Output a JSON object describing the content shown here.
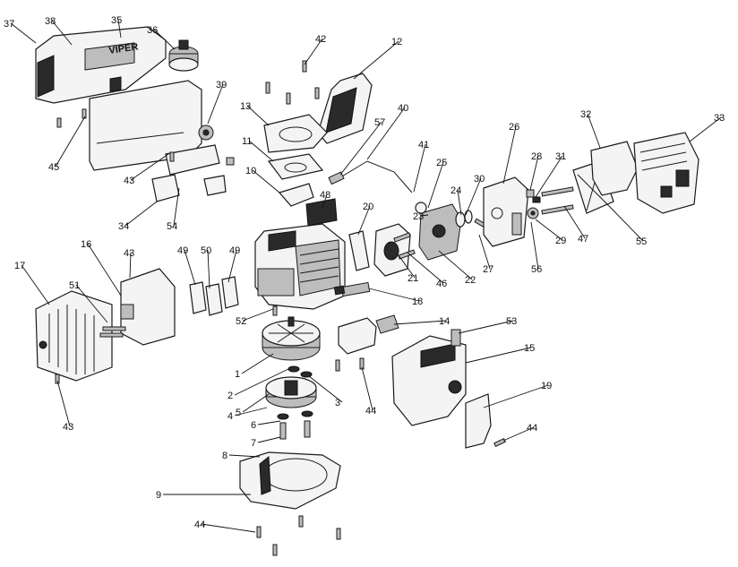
{
  "callouts": [
    {
      "label": "37"
    },
    {
      "label": "38"
    },
    {
      "label": "35"
    },
    {
      "label": "36"
    },
    {
      "label": "42"
    },
    {
      "label": "12"
    },
    {
      "label": "39"
    },
    {
      "label": "13"
    },
    {
      "label": "40"
    },
    {
      "label": "57"
    },
    {
      "label": "45"
    },
    {
      "label": "11"
    },
    {
      "label": "41"
    },
    {
      "label": "26"
    },
    {
      "label": "32"
    },
    {
      "label": "33"
    },
    {
      "label": "10"
    },
    {
      "label": "25"
    },
    {
      "label": "30"
    },
    {
      "label": "28"
    },
    {
      "label": "31"
    },
    {
      "label": "43"
    },
    {
      "label": "24"
    },
    {
      "label": "34"
    },
    {
      "label": "54"
    },
    {
      "label": "48"
    },
    {
      "label": "20"
    },
    {
      "label": "23"
    },
    {
      "label": "47"
    },
    {
      "label": "29"
    },
    {
      "label": "55"
    },
    {
      "label": "16"
    },
    {
      "label": "43"
    },
    {
      "label": "49"
    },
    {
      "label": "50"
    },
    {
      "label": "49"
    },
    {
      "label": "27"
    },
    {
      "label": "56"
    },
    {
      "label": "17"
    },
    {
      "label": "21"
    },
    {
      "label": "46"
    },
    {
      "label": "22"
    },
    {
      "label": "51"
    },
    {
      "label": "18"
    },
    {
      "label": "52"
    },
    {
      "label": "14"
    },
    {
      "label": "53"
    },
    {
      "label": "15"
    },
    {
      "label": "1"
    },
    {
      "label": "2"
    },
    {
      "label": "3"
    },
    {
      "label": "5"
    },
    {
      "label": "4"
    },
    {
      "label": "43"
    },
    {
      "label": "44"
    },
    {
      "label": "19"
    },
    {
      "label": "6"
    },
    {
      "label": "44"
    },
    {
      "label": "7"
    },
    {
      "label": "8"
    },
    {
      "label": "9"
    },
    {
      "label": "44"
    }
  ],
  "brand_mark": "VIPER"
}
